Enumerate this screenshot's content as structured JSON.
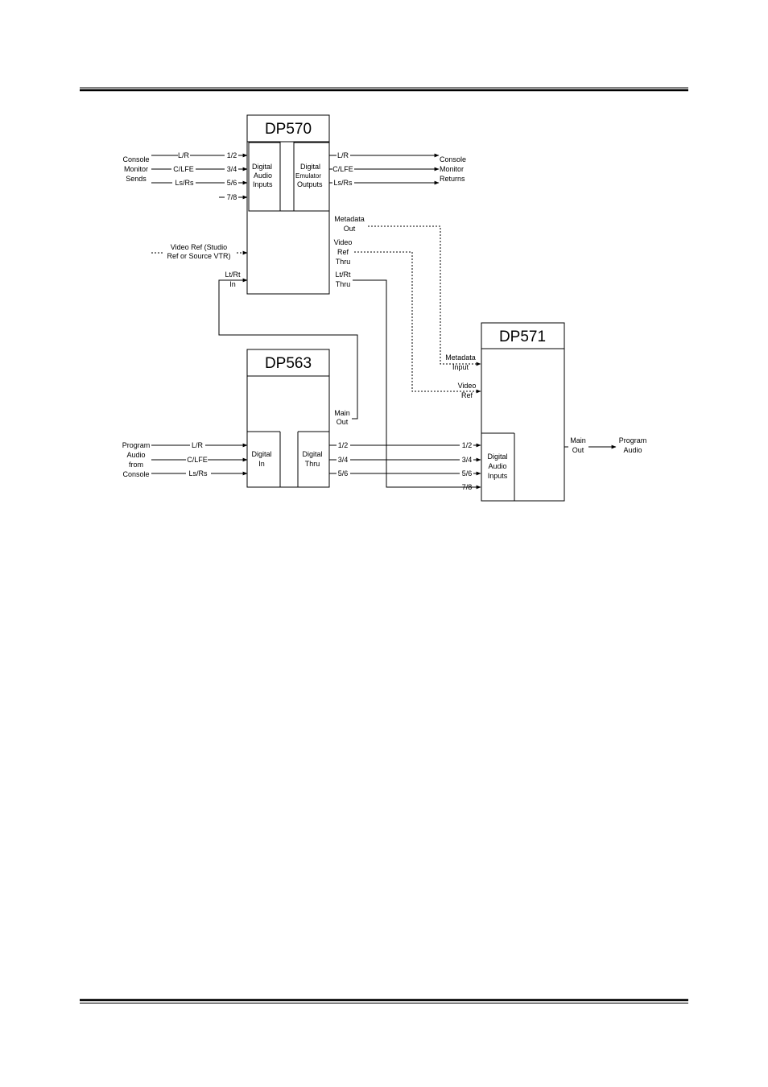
{
  "dp570": {
    "title": "DP570",
    "inputs_block": [
      "Digital",
      "Audio",
      "Inputs"
    ],
    "outputs_block": [
      "Digital",
      "Emulator",
      "Outputs"
    ],
    "in_pairs": [
      "1/2",
      "3/4",
      "5/6",
      "7/8"
    ],
    "in_channels": [
      "L/R",
      "C/LFE",
      "Ls/Rs"
    ],
    "out_channels": [
      "L/R",
      "C/LFE",
      "Ls/Rs"
    ],
    "metadata_out": [
      "Metadata",
      "Out"
    ],
    "video_ref_thru": [
      "Video",
      "Ref",
      "Thru"
    ],
    "ltrt_thru": [
      "Lt/Rt",
      "Thru"
    ],
    "ltrt_in": [
      "Lt/Rt",
      "In"
    ],
    "video_ref_in": [
      "Video Ref (Studio",
      "Ref or Source VTR)"
    ]
  },
  "console_monitor_sends": [
    "Console",
    "Monitor",
    "Sends"
  ],
  "console_monitor_returns": [
    "Console",
    "Monitor",
    "Returns"
  ],
  "dp563": {
    "title": "DP563",
    "digital_in": [
      "Digital",
      "In"
    ],
    "digital_thru": [
      "Digital",
      "Thru"
    ],
    "main_out": [
      "Main",
      "Out"
    ],
    "in_channels": [
      "L/R",
      "C/LFE",
      "Ls/Rs"
    ],
    "out_pairs": [
      "1/2",
      "3/4",
      "5/6"
    ]
  },
  "program_audio_from_console": [
    "Program",
    "Audio",
    "from",
    "Console"
  ],
  "dp571": {
    "title": "DP571",
    "metadata_input": [
      "Metadata",
      "Input"
    ],
    "video_ref": [
      "Video",
      "Ref"
    ],
    "inputs_block": [
      "Digital",
      "Audio",
      "Inputs"
    ],
    "in_pairs": [
      "1/2",
      "3/4",
      "5/6",
      "7/8"
    ],
    "main_out": [
      "Main",
      "Out"
    ]
  },
  "program_audio": [
    "Program",
    "Audio"
  ]
}
